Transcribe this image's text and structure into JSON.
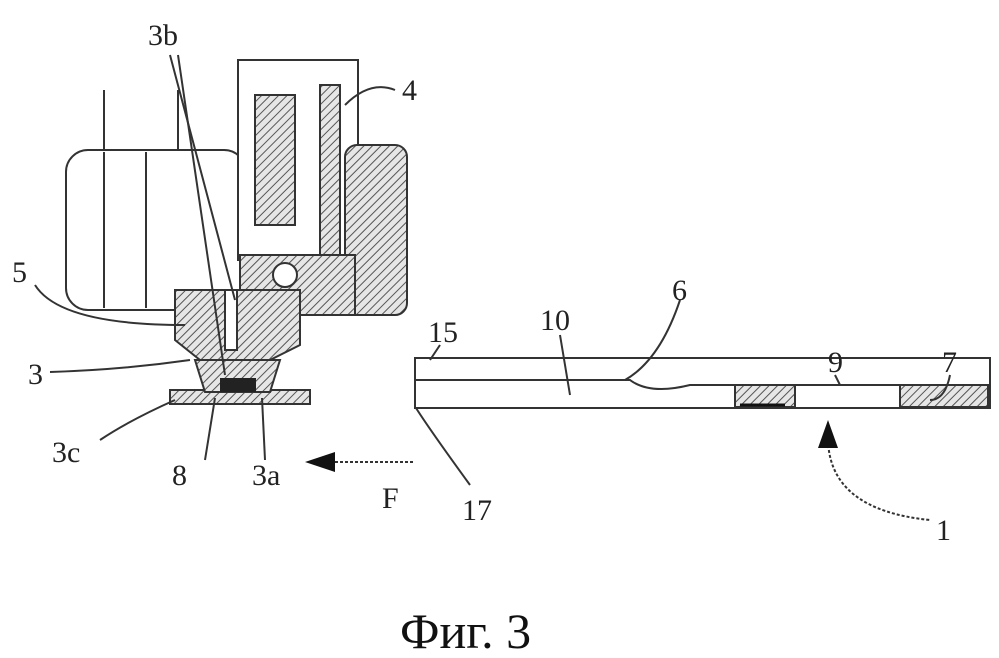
{
  "figure": {
    "caption": "Фиг. 3",
    "labels": {
      "l3b": "3b",
      "l4": "4",
      "l5": "5",
      "l3": "3",
      "l3c": "3c",
      "l8": "8",
      "l3a": "3a",
      "lF": "F",
      "l15": "15",
      "l10": "10",
      "l6": "6",
      "l9": "9",
      "l7": "7",
      "l17": "17",
      "l1": "1"
    }
  }
}
